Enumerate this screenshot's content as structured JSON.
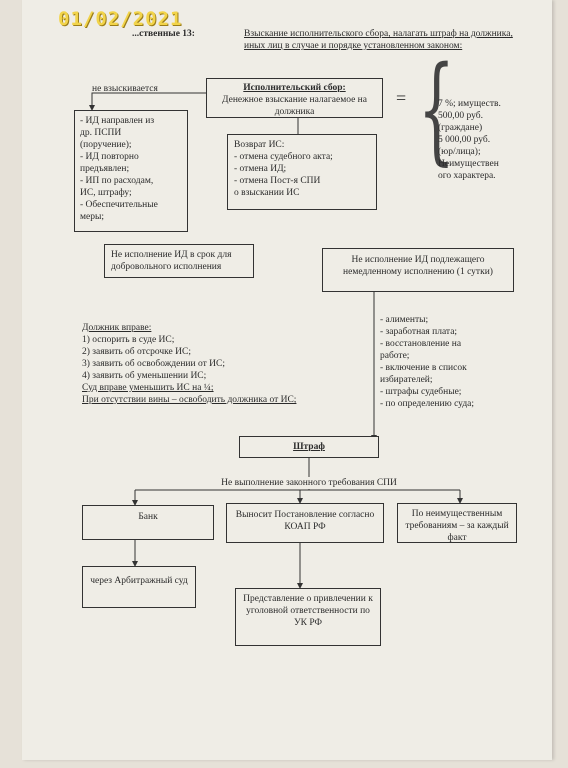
{
  "stamp_date": "01/02/2021",
  "header": {
    "partial_label": "...ственные 13:",
    "title": "Взыскание исполнительского сбора, налагать штраф на должника, иных лиц в случае и порядке установленном законом:"
  },
  "not_collected_label": "не взыскивается",
  "fee_box": {
    "title": "Исполнительский сбор:",
    "text": "Денежное взыскание налагаемое на должника"
  },
  "equals": "=",
  "rates": [
    "7 %; имуществ.",
    "500,00 руб.",
    "(граждане)",
    "5 000,00 руб.",
    "(юр/лица);",
    "Неимуществен",
    "ого характера."
  ],
  "not_collected_box": [
    "- ИД направлен из",
    "др. ПСПИ",
    "(поручение);",
    "- ИД повторно",
    "предъявлен;",
    "- ИП по расходам,",
    "ИС, штрафу;",
    "- Обеспечительные",
    "меры;"
  ],
  "return_box": [
    "Возврат ИС:",
    "- отмена судебного акта;",
    "- отмена ИД;",
    "- отмена Пост-я СПИ",
    "о взыскании ИС"
  ],
  "non_execution_box": "Не исполнение ИД в срок для добровольного исполнения",
  "immediate_box": "Не исполнение ИД подлежащего немедленному исполнению (1 сутки)",
  "immediate_list": [
    "- алименты;",
    "- заработная плата;",
    "- восстановление на",
    "работе;",
    "- включение в список",
    "избирателей;",
    "- штрафы судебные;",
    "- по определению суда;"
  ],
  "debtor_rights": {
    "title": "Должник вправе:",
    "items": [
      "1) оспорить в суде ИС;",
      "2) заявить об отсрочке ИС;",
      "3) заявить об освобождении от ИС;",
      "4) заявить об уменьшении ИС;"
    ],
    "court_line": "Суд вправе уменьшить ИС на ¼;",
    "no_fault_line": "При отсутствии вины – освободить должника от ИС;"
  },
  "fine_box": "Штраф",
  "fine_reason": "Не выполнение законного требования СПИ",
  "bank_box": "Банк",
  "koap_box": "Выносит Постановление согласно КОАП РФ",
  "nonproperty_box": "По неимущественным требованиям – за каждый факт",
  "arbitration_box": "через Арбитражный суд",
  "criminal_box": "Представление о привлечении к уголовной ответственности по УК РФ"
}
